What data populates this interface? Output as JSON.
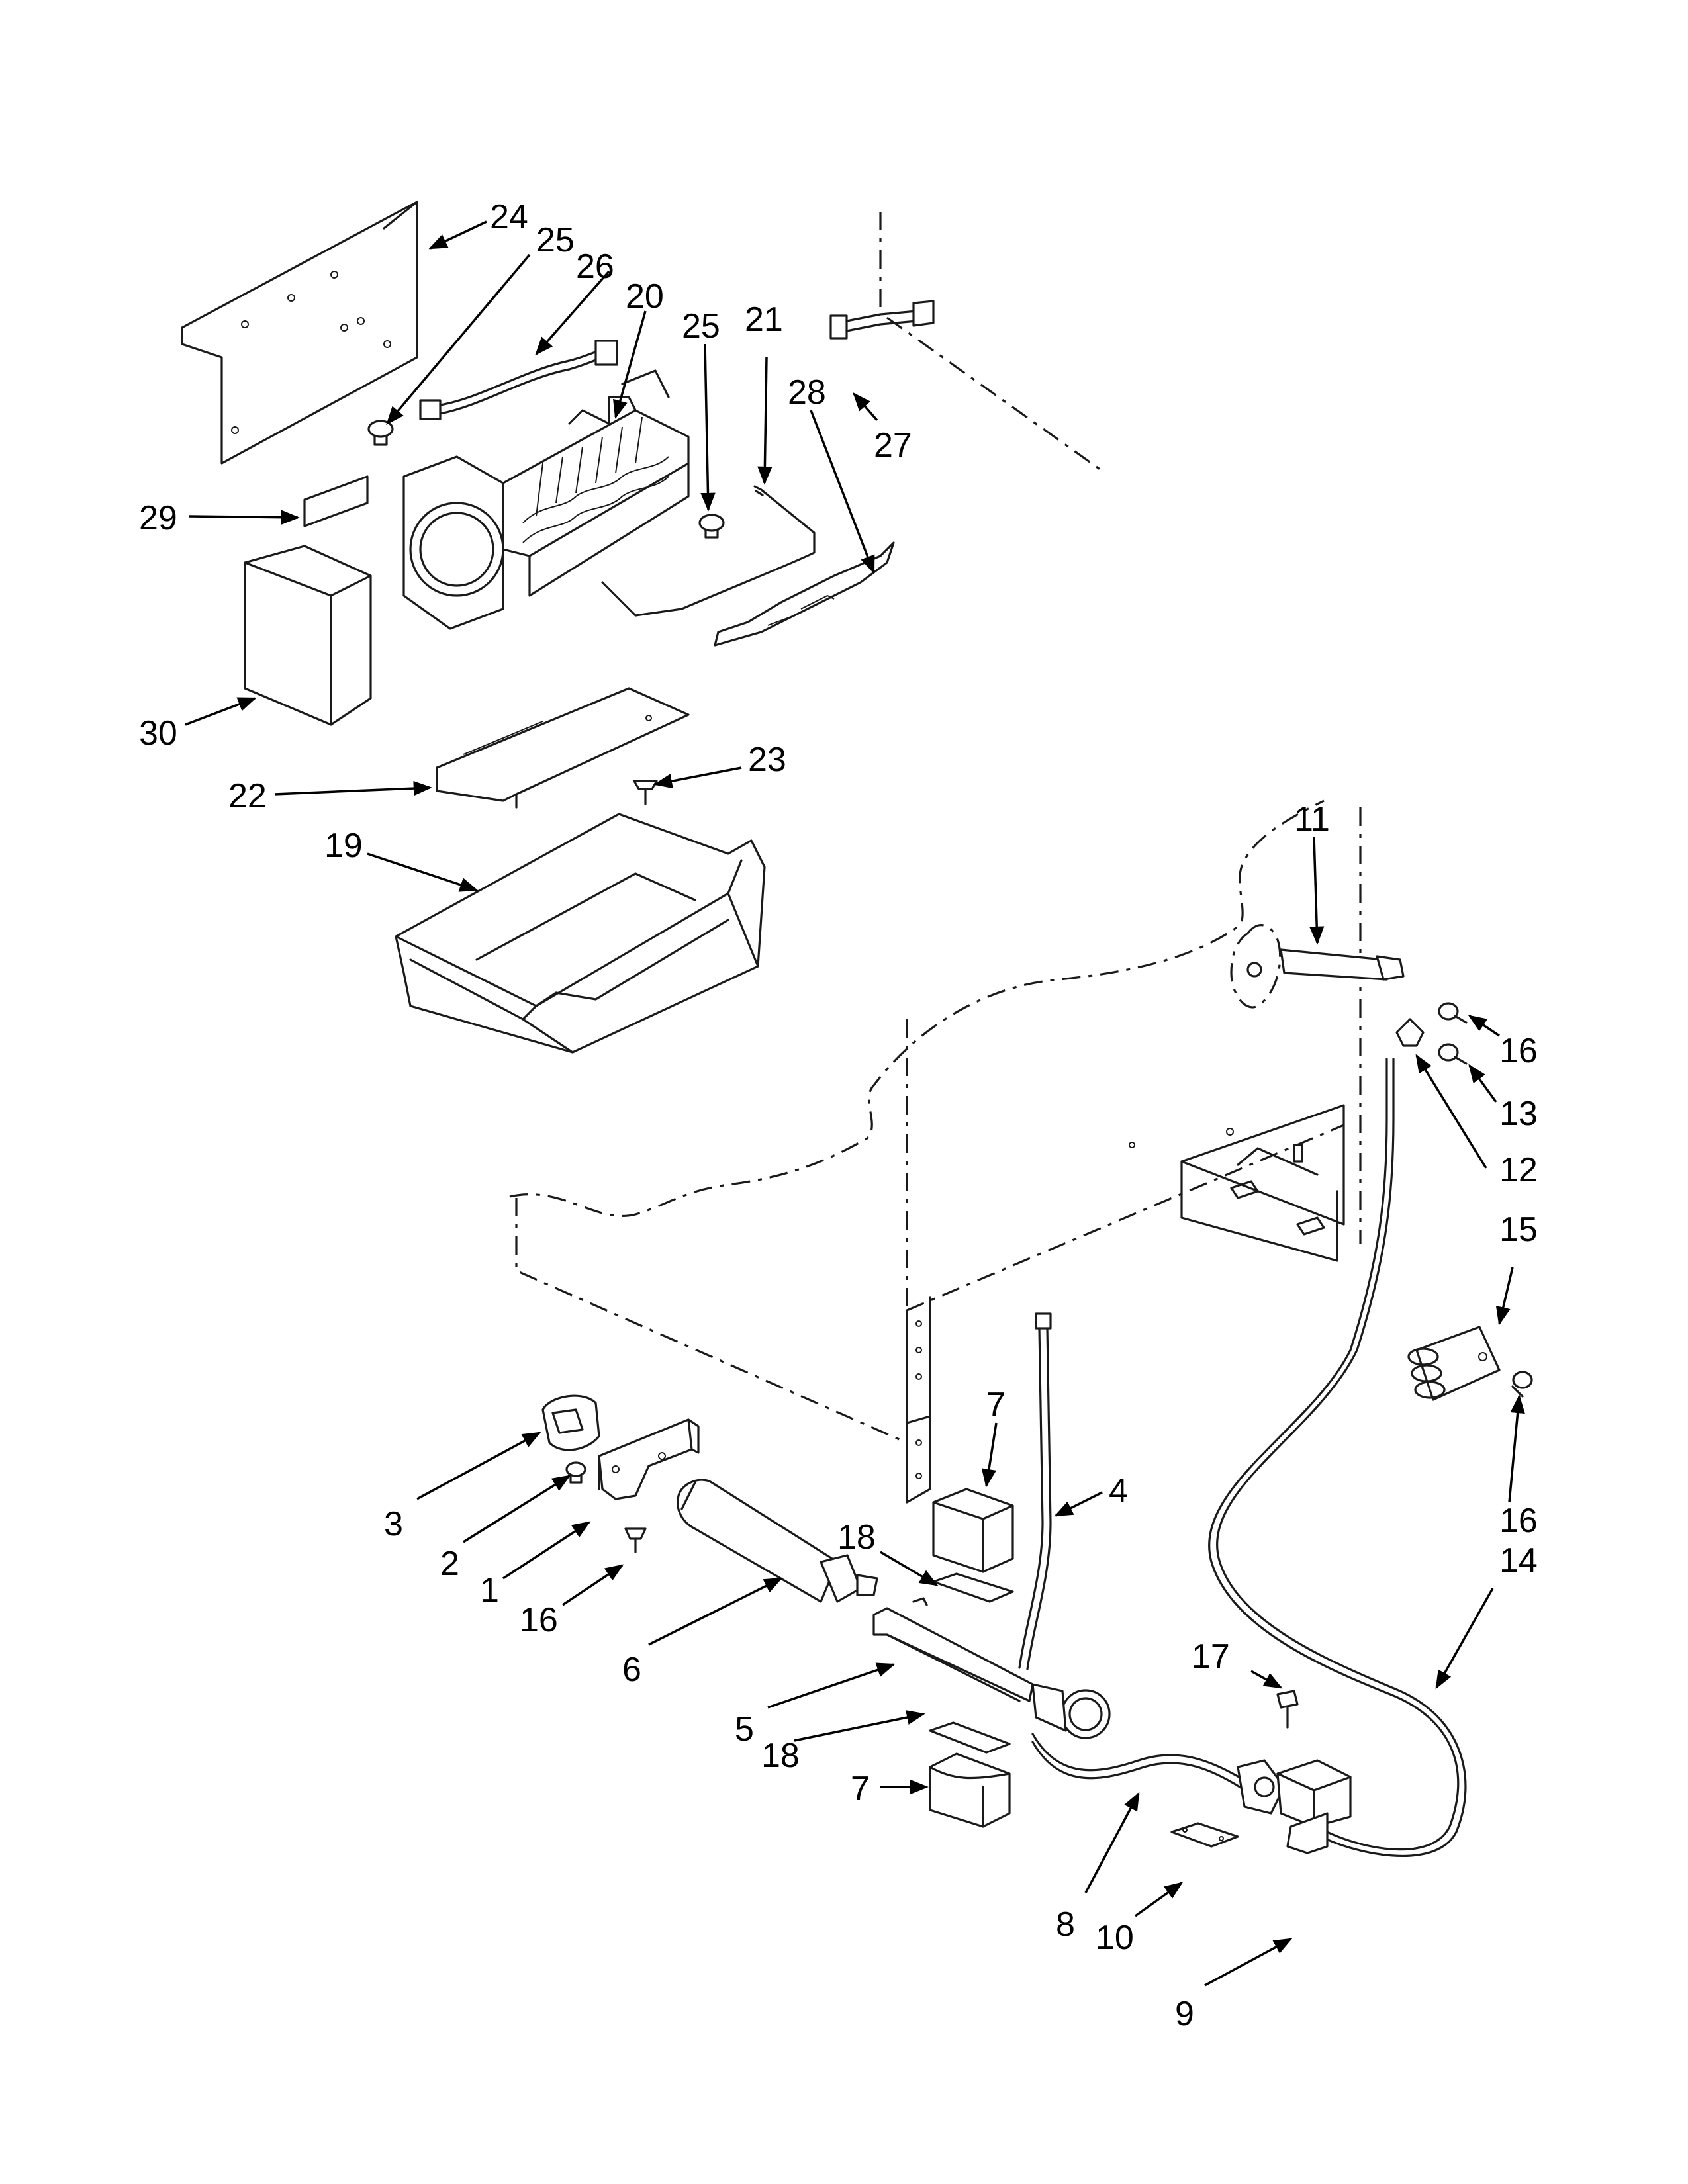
{
  "callouts": {
    "c1": "1",
    "c2": "2",
    "c3": "3",
    "c4": "4",
    "c5": "5",
    "c6": "6",
    "c7a": "7",
    "c7b": "7",
    "c8": "8",
    "c9": "9",
    "c10": "10",
    "c11": "11",
    "c12": "12",
    "c13": "13",
    "c14": "14",
    "c15": "15",
    "c16a": "16",
    "c16b": "16",
    "c16c": "16",
    "c17": "17",
    "c18a": "18",
    "c18b": "18",
    "c19": "19",
    "c20": "20",
    "c21": "21",
    "c22": "22",
    "c23": "23",
    "c24": "24",
    "c25a": "25",
    "c25b": "25",
    "c26": "26",
    "c27": "27",
    "c28": "28",
    "c29": "29",
    "c30": "30"
  }
}
